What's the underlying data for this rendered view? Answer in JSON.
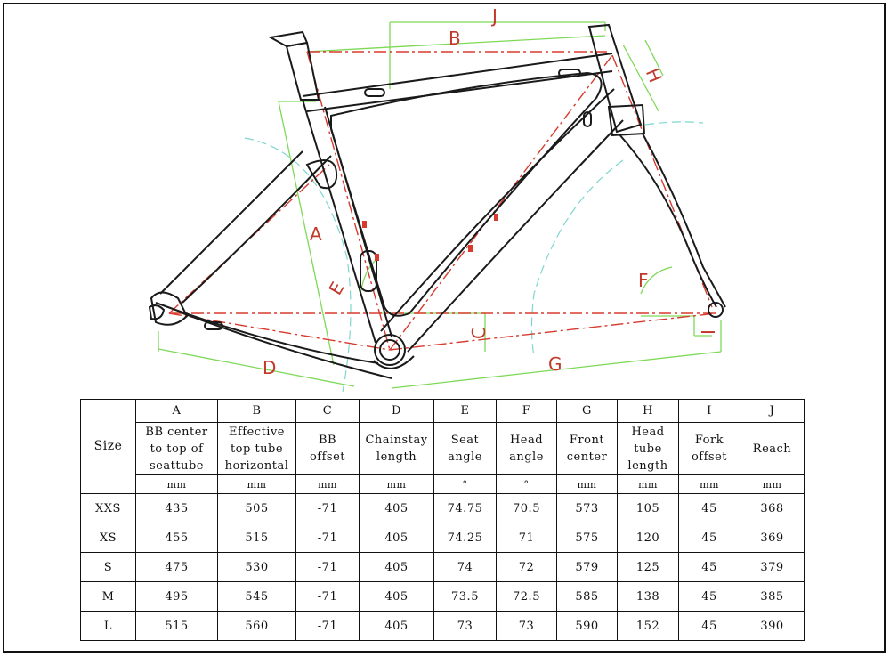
{
  "diagram": {
    "dimension_labels": [
      "A",
      "B",
      "C",
      "D",
      "E",
      "F",
      "G",
      "H",
      "I",
      "J"
    ]
  },
  "table": {
    "size_header": "Size",
    "columns": [
      {
        "letter": "A",
        "name_lines": [
          "BB center",
          "to top of",
          "seattube"
        ],
        "unit": "mm"
      },
      {
        "letter": "B",
        "name_lines": [
          "Effective",
          "top tube",
          "horizontal"
        ],
        "unit": "mm"
      },
      {
        "letter": "C",
        "name_lines": [
          "BB",
          "offset"
        ],
        "unit": "mm"
      },
      {
        "letter": "D",
        "name_lines": [
          "Chainstay",
          "length"
        ],
        "unit": "mm"
      },
      {
        "letter": "E",
        "name_lines": [
          "Seat",
          "angle"
        ],
        "unit": "°"
      },
      {
        "letter": "F",
        "name_lines": [
          "Head",
          "angle"
        ],
        "unit": "°"
      },
      {
        "letter": "G",
        "name_lines": [
          "Front",
          "center"
        ],
        "unit": "mm"
      },
      {
        "letter": "H",
        "name_lines": [
          "Head",
          "tube",
          "length"
        ],
        "unit": "mm"
      },
      {
        "letter": "I",
        "name_lines": [
          "Fork",
          "offset"
        ],
        "unit": "mm"
      },
      {
        "letter": "J",
        "name_lines": [
          "Reach"
        ],
        "unit": "mm"
      }
    ],
    "rows": [
      {
        "size": "XXS",
        "values": [
          "435",
          "505",
          "-71",
          "405",
          "74.75",
          "70.5",
          "573",
          "105",
          "45",
          "368"
        ]
      },
      {
        "size": "XS",
        "values": [
          "455",
          "515",
          "-71",
          "405",
          "74.25",
          "71",
          "575",
          "120",
          "45",
          "369"
        ]
      },
      {
        "size": "S",
        "values": [
          "475",
          "530",
          "-71",
          "405",
          "74",
          "72",
          "579",
          "125",
          "45",
          "379"
        ]
      },
      {
        "size": "M",
        "values": [
          "495",
          "545",
          "-71",
          "405",
          "73.5",
          "72.5",
          "585",
          "138",
          "45",
          "385"
        ]
      },
      {
        "size": "L",
        "values": [
          "515",
          "560",
          "-71",
          "405",
          "73",
          "73",
          "590",
          "152",
          "45",
          "390"
        ]
      }
    ]
  },
  "colors": {
    "frame_line": "#1a1a1a",
    "dimension_line": "#7ed957",
    "centerline": "#d83a2e",
    "arc": "#7fd6d0",
    "label": "#c0392b"
  }
}
